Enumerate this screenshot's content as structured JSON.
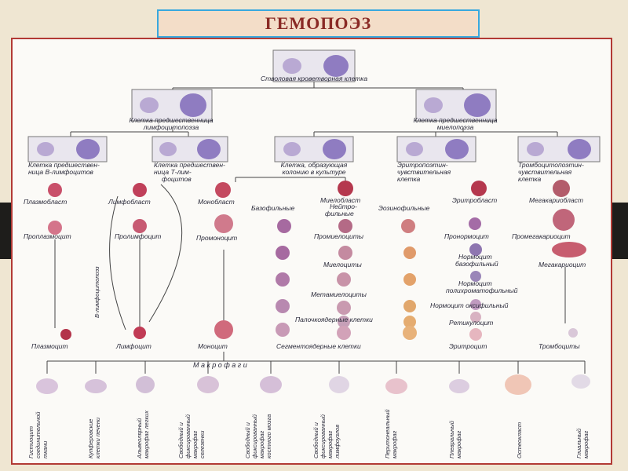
{
  "title": "ГЕМОПОЭЗ",
  "colors": {
    "frame": "#b23a35",
    "title_border": "#38a8de",
    "title_bg": "#f3ddc8",
    "title_text": "#8a2a25"
  },
  "labels": {
    "stem": "Стволовая кроветворная клетка",
    "lymph_prec": [
      "Клетка предшественница",
      "лимфоцитопоэза"
    ],
    "myelo_prec": [
      "Клетка предшественница",
      "миелопоэза"
    ],
    "b_prec": [
      "Клетка предшествен-",
      "ница В-лимфоцитов"
    ],
    "t_prec": [
      "Клетка предшествен-",
      "ница Т-лим-",
      "фоцитов"
    ],
    "colony": [
      "Клетка, образующая",
      "колонию в культуре"
    ],
    "erythro_sens": [
      "Эритропоэтин-",
      "чувствительная",
      "клетка"
    ],
    "thrombo_sens": [
      "Тромбоцитопоэтин-",
      "чувствительная",
      "клетка"
    ],
    "plasmoblast": "Плазмобласт",
    "lymphoblast": "Лимфобласт",
    "monoblast": "Монобласт",
    "myeloblast": "Миелобласт",
    "basophilic": "Базофильные",
    "neutrophilic": [
      "Нейтро-",
      "фильные"
    ],
    "eosinophilic": "Эозинофильные",
    "erythroblast": "Эритробласт",
    "megakaryoblast": "Мегакариобласт",
    "proplasmocyte": "Проплазмоцит",
    "prolymphocyte": "Пролимфоцит",
    "promonocyte": "Промоноцит",
    "promyelocytes": "Промиелоциты",
    "pronormocyte": "Пронормоцит",
    "promegakaryocyte": "Промегакариоцит",
    "normocyte_baso": [
      "Нормоцит",
      "базофильный"
    ],
    "megakaryocyte": "Мегакариоцит",
    "myelocytes": "Миелоциты",
    "normocyte_poly": [
      "Нормоцит",
      "полихроматофильный"
    ],
    "metamyelocytes": "Метамиелоциты",
    "normocyte_oxy": "Нормоцит  оксифильный",
    "band": "Палочкоядерные  клетки",
    "reticulocyte": "Ретикулоцит",
    "b_lymph_vertical": "В-лимфоцитопоэз",
    "plasmocyte": "Плазмоцит",
    "lymphocyte": "Лимфоцит",
    "monocyte": "Моноцит",
    "segmented": "Сегментоядерные  клетки",
    "erythrocyte": "Эритроцит",
    "thrombocytes": "Тромбоциты",
    "macrophages": "М  а  к  р  о  ф  а  г  и"
  },
  "macrophage_types": [
    [
      "Гистиоцит",
      "соединительной",
      "ткани"
    ],
    [
      "Купферовские",
      "клетки печени"
    ],
    [
      "Альвеолярный",
      "макрофаг легких"
    ],
    [
      "Свободный и",
      "фиксированный",
      "макрофаг",
      "селезенки"
    ],
    [
      "Свободный и",
      "фиксированный",
      "макрофаг",
      "костного мозга"
    ],
    [
      "Свободный и",
      "фиксированный",
      "макрофаг",
      "лимфоузлов"
    ],
    [
      "Перитонеальный",
      "макрофаг"
    ],
    [
      "Плевральный",
      "макрофаг"
    ],
    [
      "Остеокласт"
    ],
    [
      "Глиальный",
      "макрофаг"
    ]
  ]
}
